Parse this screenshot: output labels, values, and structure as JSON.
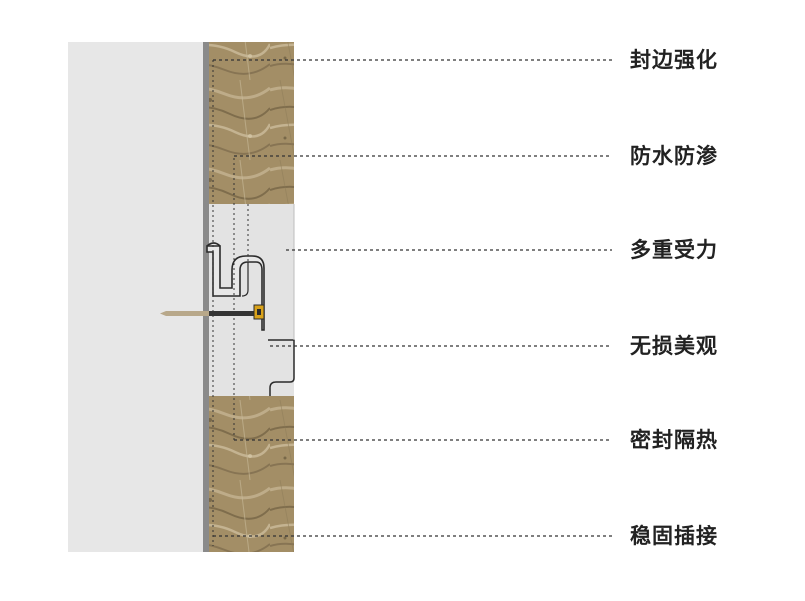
{
  "labels": [
    "封边强化",
    "防水防渗",
    "多重受力",
    "无损美观",
    "密封隔热",
    "稳固插接"
  ],
  "colors": {
    "wall": "#e7e7e7",
    "board_face": "#8a8a8a",
    "stone": "#a38e66",
    "stone_dark": "#6f5f42",
    "stone_light": "#c4b492",
    "joint": "#e3e3e3",
    "profile_stroke": "#2b2b2b",
    "leader": "#333333",
    "clip": "#d9a21a",
    "screw": "#b8a88a",
    "bolt": "#333333",
    "text": "#222222"
  }
}
